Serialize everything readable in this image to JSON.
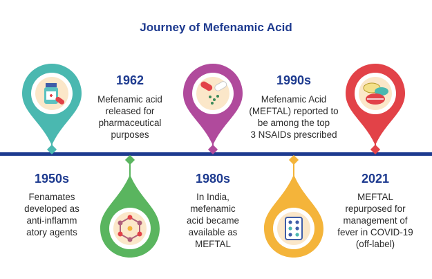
{
  "title": "Journey of Mefenamic Acid",
  "events": [
    {
      "year": "1950s",
      "desc": [
        "Fenamates",
        "developed as",
        "anti-inflamm",
        "atory agents"
      ],
      "color": "#4ab8b0",
      "icon": "medicine-bottle-icon"
    },
    {
      "year": "1962",
      "desc": [
        "Mefenamic acid",
        "released for",
        "pharmaceutical",
        "purposes"
      ],
      "color": "#5ab55f",
      "icon": "molecule-icon"
    },
    {
      "year": "1980s",
      "desc": [
        "In India,",
        "mefenamic",
        "acid became",
        "available as",
        "MEFTAL"
      ],
      "color": "#b04a9c",
      "icon": "capsule-pills-icon"
    },
    {
      "year": "1990s",
      "desc": [
        "Mefenamic Acid",
        "(MEFTAL) reported to",
        "be among the top",
        "3 NSAIDs prescribed"
      ],
      "color": "#f4b43a",
      "icon": "blister-pack-icon"
    },
    {
      "year": "2021",
      "desc": [
        "MEFTAL",
        "repurposed for",
        "management of",
        "fever in COVID-19",
        "(off-label)"
      ],
      "color": "#e24248",
      "icon": "tablets-icon"
    }
  ]
}
